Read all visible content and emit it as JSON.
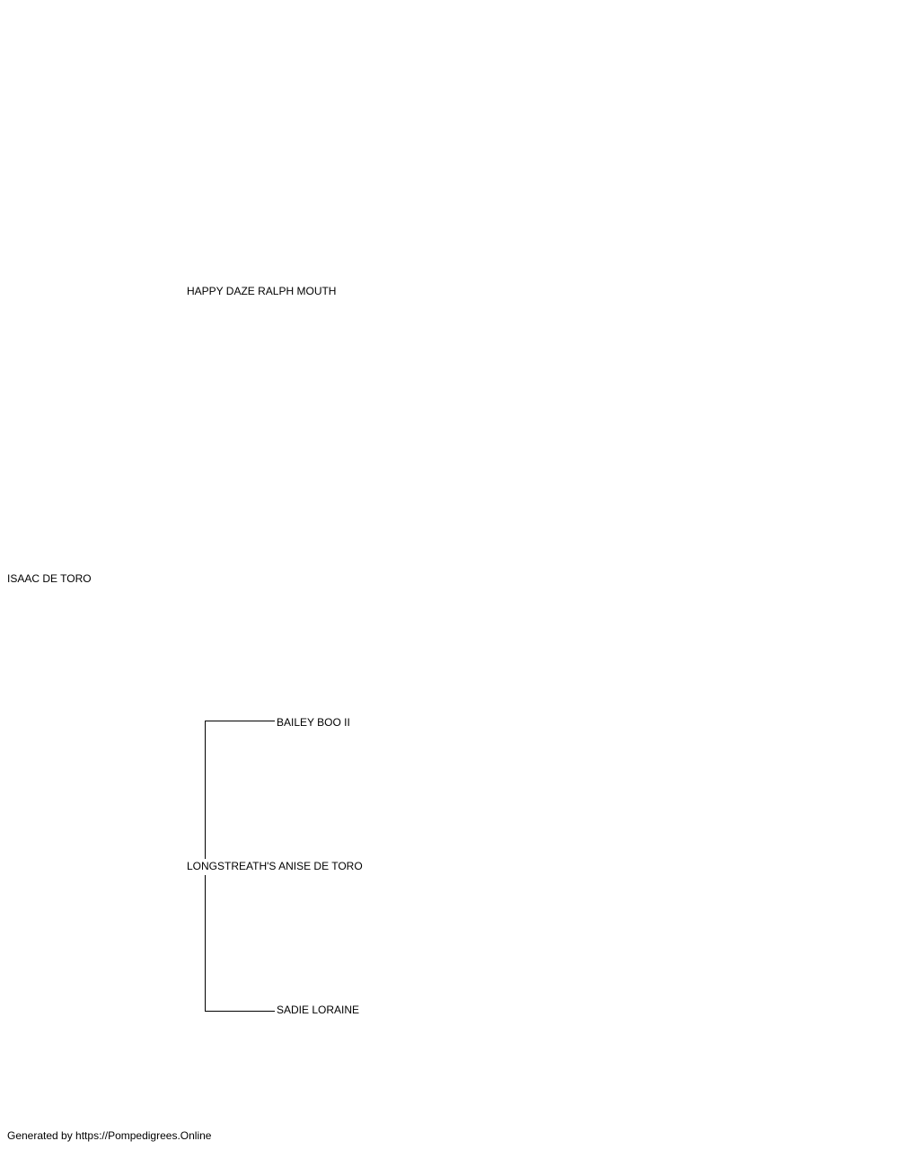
{
  "pedigree": {
    "subject": "ISAAC DE TORO",
    "sire": "HAPPY DAZE RALPH MOUTH",
    "dam": "LONGSTREATH'S ANISE DE TORO",
    "dam_sire": "BAILEY BOO II",
    "dam_dam": "SADIE LORAINE"
  },
  "footer": {
    "text": "Generated by https://Pompedigrees.Online"
  }
}
